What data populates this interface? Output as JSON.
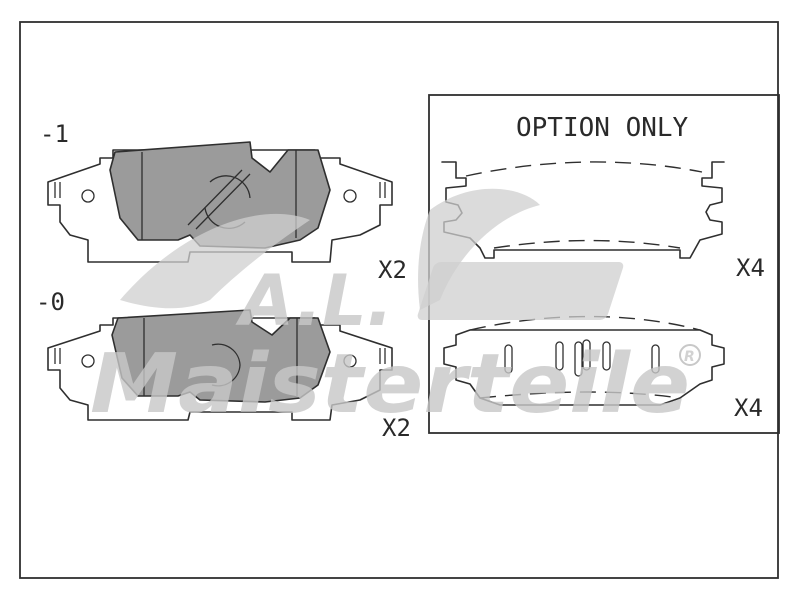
{
  "labels": {
    "top_part": "-1",
    "bottom_part": "-0",
    "top_qty": "X2",
    "bottom_qty": "X2",
    "option_title": "OPTION ONLY",
    "option_top_qty": "X4",
    "option_bottom_qty": "X4"
  },
  "watermark": {
    "brand": "A.L.",
    "text": "Maisterteile",
    "registered": "R"
  },
  "colors": {
    "friction_fill": "#9b9b9b",
    "outline": "#2f2f2f",
    "watermark": "#c8c8c8"
  }
}
